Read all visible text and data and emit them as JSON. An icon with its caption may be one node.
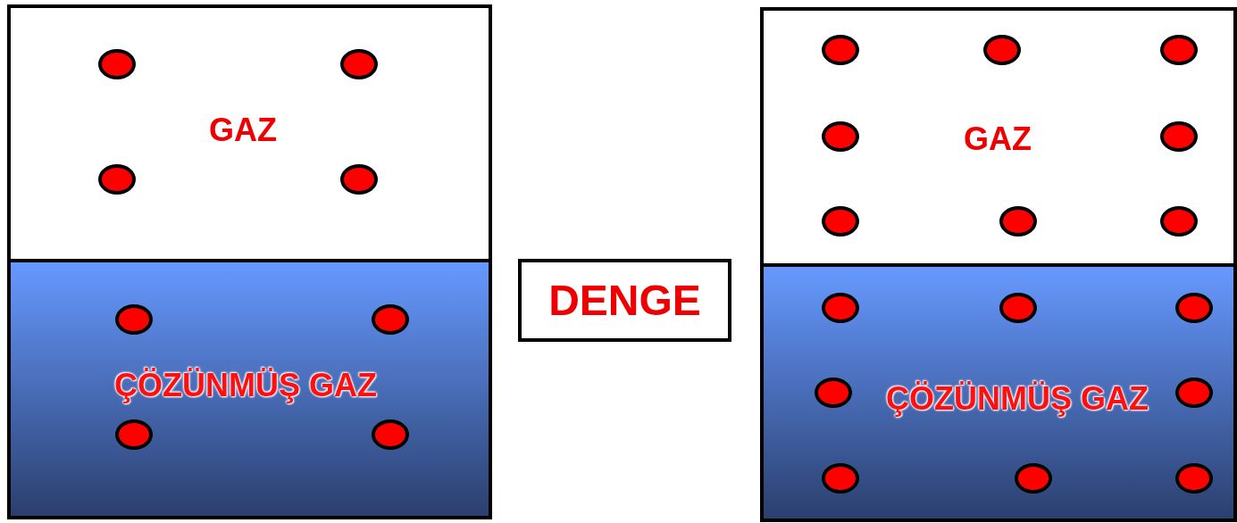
{
  "diagram": {
    "nodes": [
      {
        "text": [
          "GAZ"
        ]
      },
      {
        "text": [],
        "shape": "circle",
        "in": 0
      },
      {
        "text": [],
        "shape": "circle",
        "in": 0
      },
      {
        "text": [],
        "shape": "circle",
        "in": 0
      },
      {
        "text": [],
        "shape": "circle",
        "in": 0
      },
      {
        "text": [
          "ÇÖZÜNMÜŞ GAZ"
        ]
      },
      {
        "text": [],
        "shape": "circle",
        "in": 5
      },
      {
        "text": [],
        "shape": "circle",
        "in": 5
      },
      {
        "text": [],
        "shape": "circle",
        "in": 5
      },
      {
        "text": [],
        "shape": "circle",
        "in": 5
      },
      {
        "text": [
          "DENGE"
        ]
      },
      {
        "text": [
          "GAZ"
        ]
      },
      {
        "text": [],
        "shape": "circle",
        "in": 11
      },
      {
        "text": [],
        "shape": "circle",
        "in": 11
      },
      {
        "text": [],
        "shape": "circle",
        "in": 11
      },
      {
        "text": [],
        "shape": "circle",
        "in": 11
      },
      {
        "text": [],
        "shape": "circle",
        "in": 11
      },
      {
        "text": [],
        "shape": "circle",
        "in": 11
      },
      {
        "text": [],
        "shape": "circle",
        "in": 11
      },
      {
        "text": [],
        "shape": "circle",
        "in": 11
      },
      {
        "text": [
          "ÇÖZÜNMÜŞ GAZ"
        ]
      },
      {
        "text": [],
        "shape": "circle",
        "in": 20
      },
      {
        "text": [],
        "shape": "circle",
        "in": 20
      },
      {
        "text": [],
        "shape": "circle",
        "in": 20
      },
      {
        "text": [],
        "shape": "circle",
        "in": 20
      },
      {
        "text": [],
        "shape": "circle",
        "in": 20
      },
      {
        "text": [],
        "shape": "circle",
        "in": 20
      },
      {
        "text": [],
        "shape": "circle",
        "in": 20
      },
      {
        "text": [],
        "shape": "circle",
        "in": 20
      }
    ],
    "edges": []
  }
}
